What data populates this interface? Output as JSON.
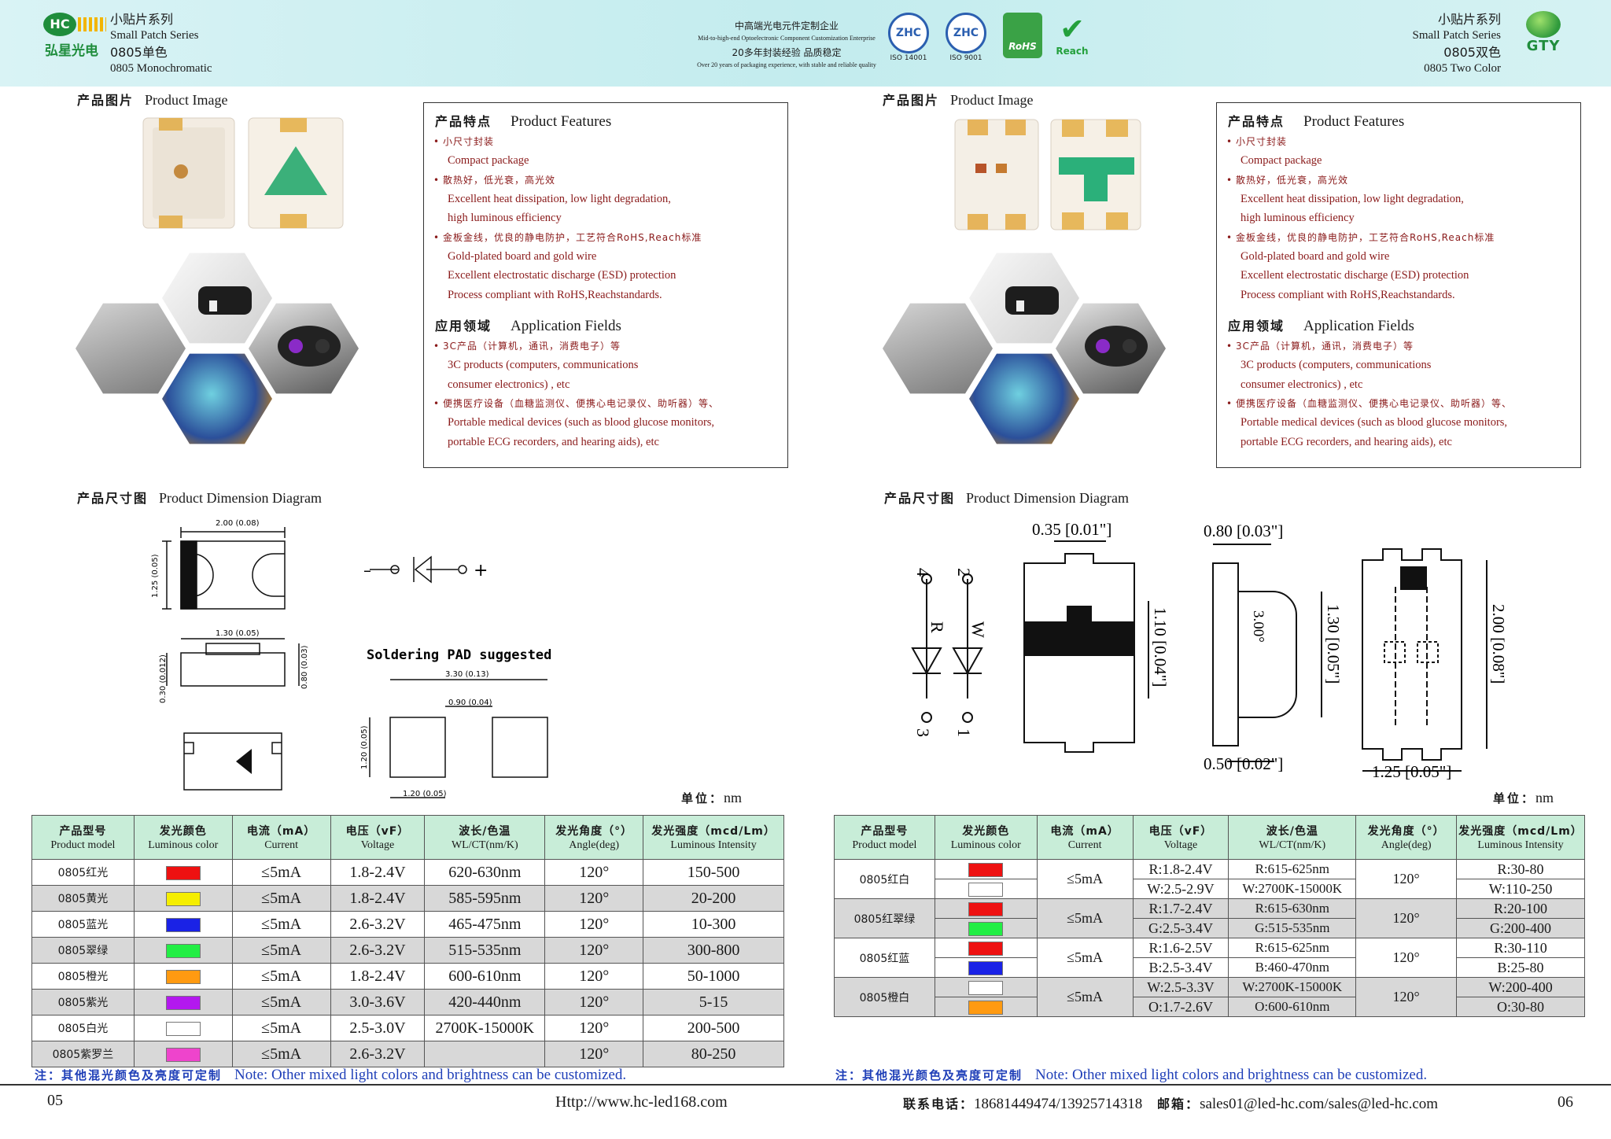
{
  "header": {
    "left": {
      "logo_cn": "弘星光电",
      "logo_badge": "HC",
      "series_cn": "小贴片系列",
      "series_en": "Small Patch Series",
      "product_cn": "0805单色",
      "product_en": "0805 Monochromatic"
    },
    "center": {
      "line1": "中高端光电元件定制企业",
      "line2": "Mid-to-high-end Optoelectronic Component Customization Enterprise",
      "line3": "20多年封装经验 品质稳定",
      "line4": "Over 20 years of packaging experience, with stable and reliable quality"
    },
    "certs": [
      {
        "mark": "ZHC",
        "label": "ISO 14001"
      },
      {
        "mark": "ZHC",
        "label": "ISO 9001"
      },
      {
        "mark": "RoHS"
      },
      {
        "mark": "Reach",
        "check": "✔"
      }
    ],
    "right": {
      "series_cn": "小贴片系列",
      "series_en": "Small Patch Series",
      "product_cn": "0805双色",
      "product_en": "0805 Two Color",
      "logo_text": "GTY"
    }
  },
  "sections": {
    "product_image_cn": "产品图片",
    "product_image_en": "Product Image",
    "dimension_cn": "产品尺寸图",
    "dimension_en": "Product Dimension Diagram",
    "features_cn": "产品特点",
    "features_en": "Product Features",
    "applications_cn": "应用领域",
    "applications_en": "Application Fields"
  },
  "features": [
    {
      "cn": "小尺寸封装",
      "en": [
        "Compact package"
      ]
    },
    {
      "cn": "散热好，低光衰，高光效",
      "en": [
        "Excellent heat dissipation, low light degradation,",
        "high luminous efficiency"
      ]
    },
    {
      "cn": "金板金线，优良的静电防护，工艺符合RoHS,Reach标准",
      "en": [
        "Gold-plated board and gold wire",
        "Excellent electrostatic discharge (ESD) protection",
        "Process compliant with RoHS,Reachstandards."
      ]
    }
  ],
  "applications": [
    {
      "cn": "3C产品（计算机，通讯，消费电子）等",
      "en": [
        "3C products (computers, communications",
        "consumer electronics) , etc"
      ]
    },
    {
      "cn": "便携医疗设备（血糖监测仪、便携心电记录仪、助听器）等、",
      "en": [
        "Portable medical devices (such as blood glucose monitors,",
        "portable ECG recorders, and hearing aids), etc"
      ]
    }
  ],
  "diagram_left": {
    "top_width": "2.00 (0.08)",
    "height": "1.25 (0.05)",
    "side_width": "1.30 (0.05)",
    "side_h1": "0.30 (0.012)",
    "side_h2": "0.80 (0.03)",
    "pad_title": "Soldering PAD suggested",
    "pad_total": "3.30 (0.13)",
    "pad_gap": "0.90 (0.04)",
    "pad_h": "1.20 (0.05)",
    "pad_w": "1.20 (0.05)",
    "minus": "–",
    "plus": "+"
  },
  "diagram_right": {
    "d1": "0.35 [0.01\"]",
    "d2": "0.80 [0.03\"]",
    "d3": "1.10 [0.04\"]",
    "d4": "1.30 [0.05\"]",
    "d5": "2.00 [0.08\"]",
    "d6": "0.50 [0.02\"]",
    "d7": "1.25 [0.05\"]",
    "angle": "3.00°",
    "pins": [
      "4",
      "2",
      "3",
      "1"
    ],
    "pin_labels": [
      "R",
      "W"
    ]
  },
  "unit_cn": "单位：",
  "unit_en": "nm",
  "table_headers": [
    {
      "cn": "产品型号",
      "en": "Product model"
    },
    {
      "cn": "发光颜色",
      "en": "Luminous color"
    },
    {
      "cn": "电流（mA）",
      "en": "Current"
    },
    {
      "cn": "电压（vF）",
      "en": "Voltage"
    },
    {
      "cn": "波长/色温",
      "en": "WL/CT(nm/K)"
    },
    {
      "cn": "发光角度（°）",
      "en": "Angle(deg)"
    },
    {
      "cn": "发光强度（mcd/Lm）",
      "en": "Luminous Intensity"
    }
  ],
  "mono_rows": [
    {
      "model": "0805红光",
      "color": "#ee1111",
      "current": "≤5mA",
      "voltage": "1.8-2.4V",
      "wl": "620-630nm",
      "angle": "120°",
      "intensity": "150-500"
    },
    {
      "model": "0805黄光",
      "color": "#f5ee00",
      "current": "≤5mA",
      "voltage": "1.8-2.4V",
      "wl": "585-595nm",
      "angle": "120°",
      "intensity": "20-200"
    },
    {
      "model": "0805蓝光",
      "color": "#1a22e6",
      "current": "≤5mA",
      "voltage": "2.6-3.2V",
      "wl": "465-475nm",
      "angle": "120°",
      "intensity": "10-300"
    },
    {
      "model": "0805翠绿",
      "color": "#22ee44",
      "current": "≤5mA",
      "voltage": "2.6-3.2V",
      "wl": "515-535nm",
      "angle": "120°",
      "intensity": "300-800"
    },
    {
      "model": "0805橙光",
      "color": "#ff9a11",
      "current": "≤5mA",
      "voltage": "1.8-2.4V",
      "wl": "600-610nm",
      "angle": "120°",
      "intensity": "50-1000"
    },
    {
      "model": "0805紫光",
      "color": "#b318ee",
      "current": "≤5mA",
      "voltage": "3.0-3.6V",
      "wl": "420-440nm",
      "angle": "120°",
      "intensity": "5-15"
    },
    {
      "model": "0805白光",
      "color": "#ffffff",
      "current": "≤5mA",
      "voltage": "2.5-3.0V",
      "wl": "2700K-15000K",
      "angle": "120°",
      "intensity": "200-500"
    },
    {
      "model": "0805紫罗兰",
      "color": "#ee44cc",
      "current": "≤5mA",
      "voltage": "2.6-3.2V",
      "wl": "",
      "angle": "120°",
      "intensity": "80-250"
    }
  ],
  "dual_rows": [
    {
      "model": "0805红白",
      "color1": "#ee1111",
      "color2": "#ffffff",
      "current": "≤5mA",
      "v1": "R:1.8-2.4V",
      "v2": "W:2.5-2.9V",
      "w1": "R:615-625nm",
      "w2": "W:2700K-15000K",
      "angle": "120°",
      "i1": "R:30-80",
      "i2": "W:110-250"
    },
    {
      "model": "0805红翠绿",
      "color1": "#ee1111",
      "color2": "#22ee44",
      "current": "≤5mA",
      "v1": "R:1.7-2.4V",
      "v2": "G:2.5-3.4V",
      "w1": "R:615-630nm",
      "w2": "G:515-535nm",
      "angle": "120°",
      "i1": "R:20-100",
      "i2": "G:200-400"
    },
    {
      "model": "0805红蓝",
      "color1": "#ee1111",
      "color2": "#1a22e6",
      "current": "≤5mA",
      "v1": "R:1.6-2.5V",
      "v2": "B:2.5-3.4V",
      "w1": "R:615-625nm",
      "w2": "B:460-470nm",
      "angle": "120°",
      "i1": "R:30-110",
      "i2": "B:25-80"
    },
    {
      "model": "0805橙白",
      "color1": "#ffffff",
      "color2": "#ff9a11",
      "current": "≤5mA",
      "v1": "W:2.5-3.3V",
      "v2": "O:1.7-2.6V",
      "w1": "W:2700K-15000K",
      "w2": "O:600-610nm",
      "angle": "120°",
      "i1": "W:200-400",
      "i2": "O:30-80"
    }
  ],
  "note_cn": "注：其他混光颜色及亮度可定制",
  "note_en": "Note: Other mixed light colors and brightness can be customized.",
  "footer": {
    "page_left": "05",
    "url": "Http://www.hc-led168.com",
    "contact_cn": "联系电话：",
    "phones": "18681449474/13925714318",
    "email_cn": "邮箱：",
    "emails": "sales01@led-hc.com/sales@led-hc.com",
    "page_right": "06"
  }
}
